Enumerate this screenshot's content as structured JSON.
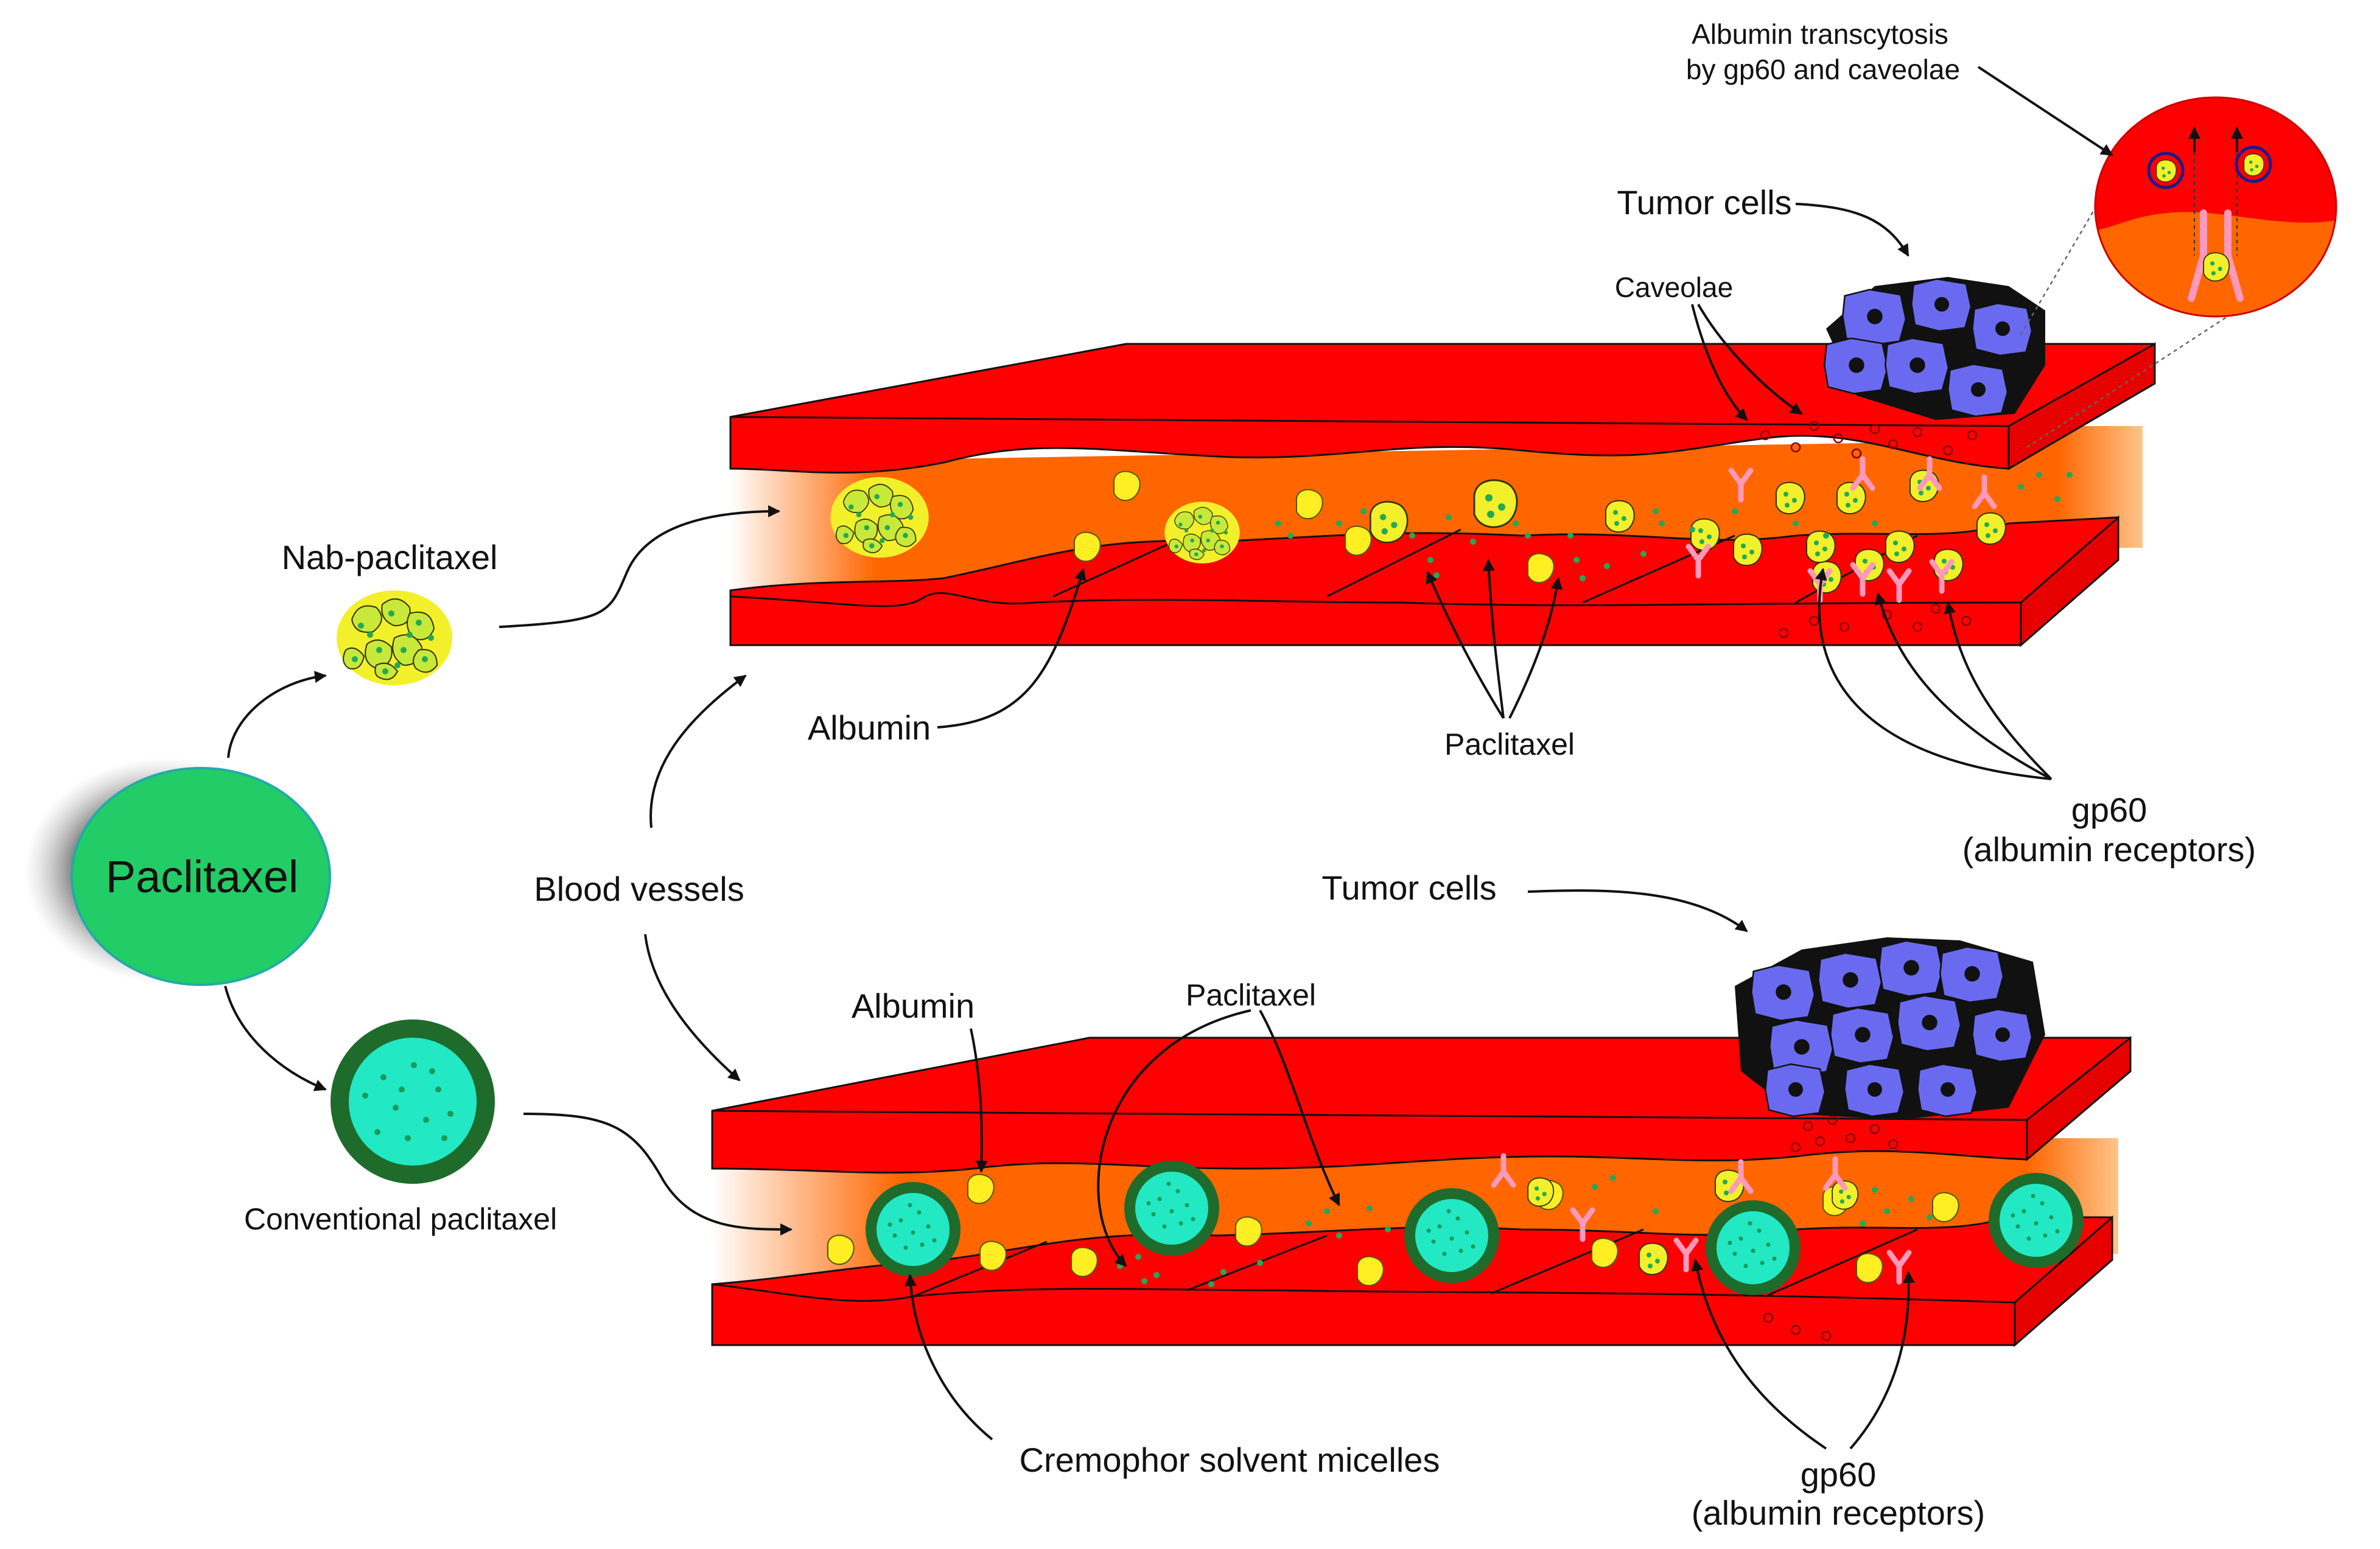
{
  "labels": {
    "paclitaxel": "Paclitaxel",
    "nab_paclitaxel": "Nab-paclitaxel",
    "conventional_paclitaxel": "Conventional paclitaxel",
    "blood_vessels": "Blood vessels",
    "top_tumor_cells": "Tumor cells",
    "caveolae": "Caveolae",
    "top_albumin": "Albumin",
    "top_paclitaxel": "Paclitaxel",
    "top_gp60_line1": "gp60",
    "top_gp60_line2": "(albumin receptors)",
    "transcytosis_line1": "Albumin transcytosis",
    "transcytosis_line2": "by gp60 and caveolae",
    "bottom_tumor_cells": "Tumor cells",
    "bottom_albumin": "Albumin",
    "bottom_paclitaxel": "Paclitaxel",
    "cremophor": "Cremophor solvent micelles",
    "bottom_gp60_line1": "gp60",
    "bottom_gp60_line2": "(albumin receptors)"
  },
  "colors": {
    "vessel_wall": "#ff0000",
    "vessel_lumen": "#ff6600",
    "paclitaxel_core": "#22cc66",
    "albumin": "#ffee22",
    "micelle_ring": "#1e6b2c",
    "micelle_fill": "#22e8c4",
    "tumor_cell": "#6a6af0",
    "receptor": "#ff99bb"
  }
}
